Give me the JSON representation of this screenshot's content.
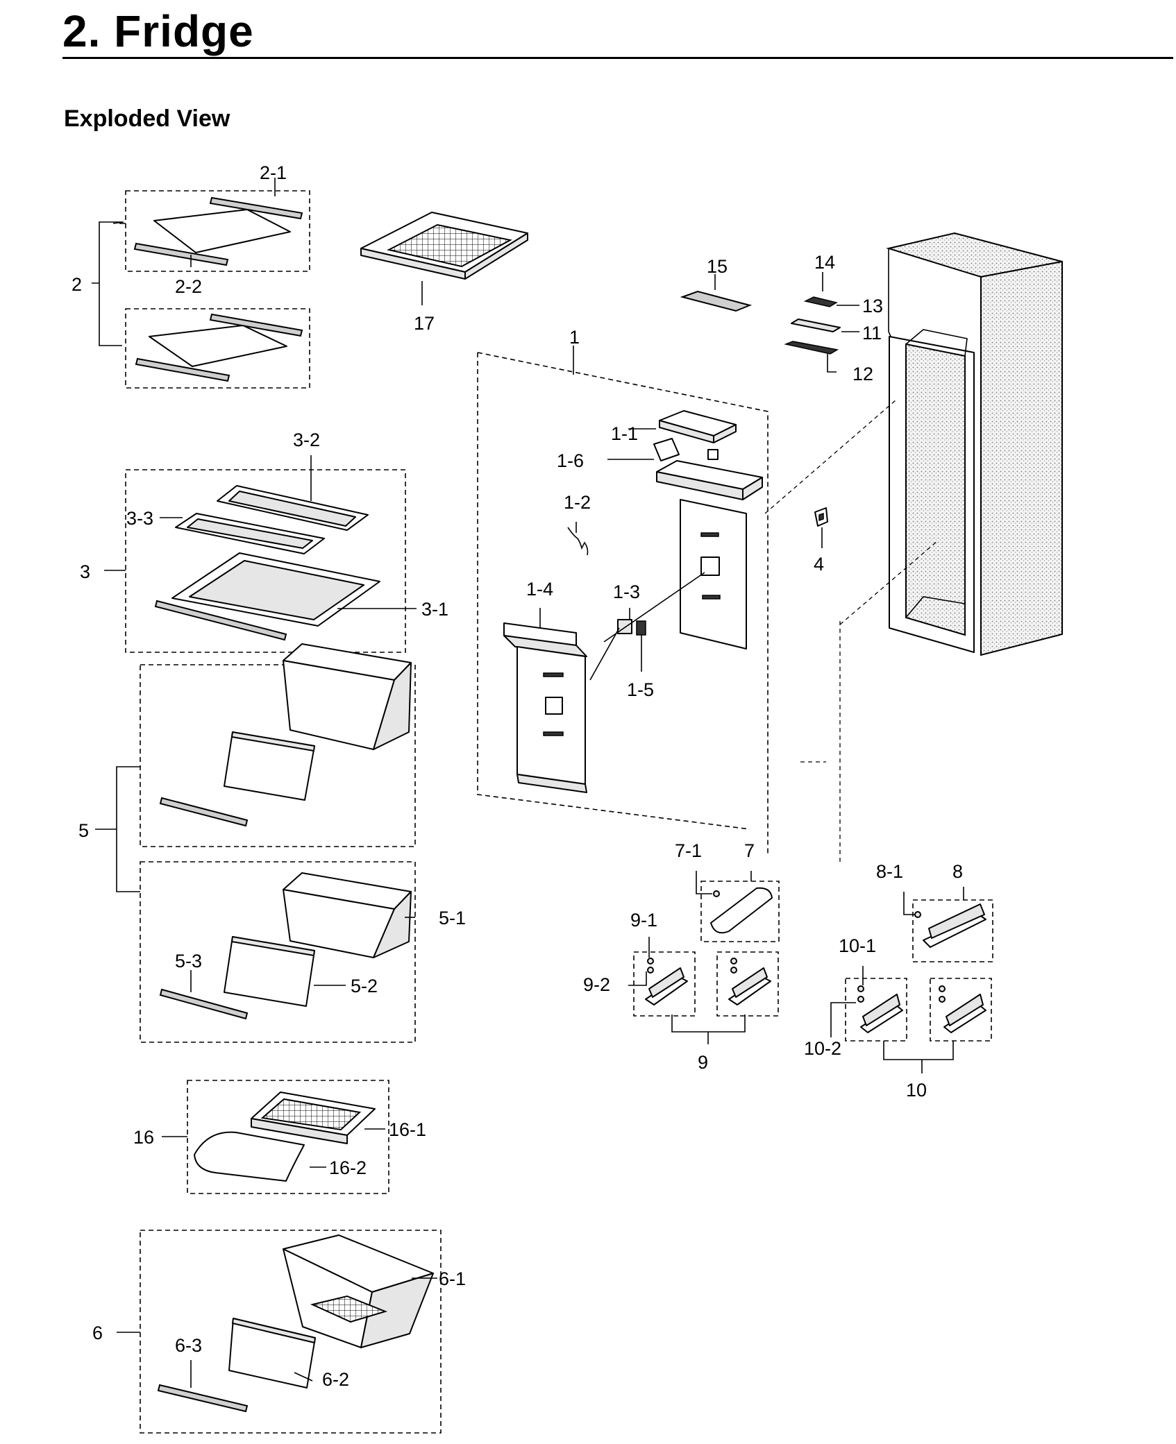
{
  "title": "2.  Fridge",
  "subtitle": "Exploded View",
  "callouts": {
    "c1": "1",
    "c1_1": "1-1",
    "c1_2": "1-2",
    "c1_3": "1-3",
    "c1_4": "1-4",
    "c1_5": "1-5",
    "c1_6": "1-6",
    "c2": "2",
    "c2_1": "2-1",
    "c2_2": "2-2",
    "c3": "3",
    "c3_1": "3-1",
    "c3_2": "3-2",
    "c3_3": "3-3",
    "c4": "4",
    "c5": "5",
    "c5_1": "5-1",
    "c5_2": "5-2",
    "c5_3": "5-3",
    "c6": "6",
    "c6_1": "6-1",
    "c6_2": "6-2",
    "c6_3": "6-3",
    "c7": "7",
    "c7_1": "7-1",
    "c8": "8",
    "c8_1": "8-1",
    "c9": "9",
    "c9_1": "9-1",
    "c9_2": "9-2",
    "c10": "10",
    "c10_1": "10-1",
    "c10_2": "10-2",
    "c11": "11",
    "c12": "12",
    "c13": "13",
    "c14": "14",
    "c15": "15",
    "c16": "16",
    "c16_1": "16-1",
    "c16_2": "16-2",
    "c17": "17"
  }
}
